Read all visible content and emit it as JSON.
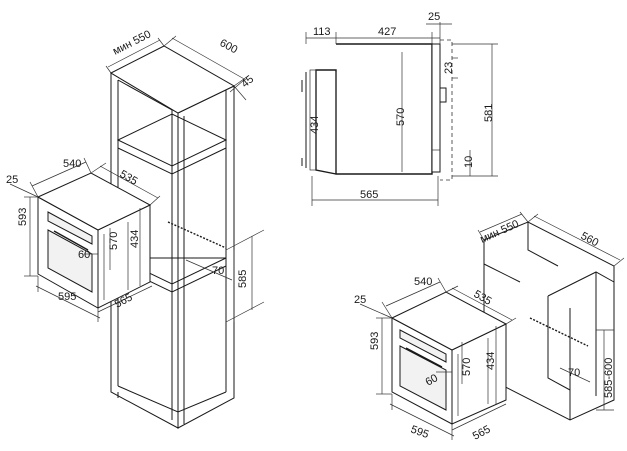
{
  "tall_cabinet": {
    "labels": {
      "min_depth": "мин 550",
      "width": "600",
      "thickness": "45",
      "oven_width": "540",
      "oven_depth": "535",
      "front_offset": "25",
      "front_height": "593",
      "oven_height": "434",
      "inner_height": "570",
      "bottom_gap": "60",
      "front_width": "595",
      "total_depth": "565",
      "vent_gap": "70",
      "niche_height": "585"
    }
  },
  "side_view": {
    "labels": {
      "top_back": "113",
      "top_body": "427",
      "top_front": "25",
      "body_height": "434",
      "inner_height": "570",
      "front_height": "581",
      "handle_offset": "23",
      "bottom_offset": "10",
      "total_depth": "565"
    }
  },
  "base_cabinet": {
    "labels": {
      "min_depth": "мин 550",
      "width": "560",
      "oven_width": "540",
      "oven_depth": "535",
      "front_offset": "25",
      "front_height": "593",
      "oven_height": "434",
      "inner_height": "570",
      "bottom_gap": "60",
      "front_width": "595",
      "total_depth": "565",
      "vent_gap": "70",
      "niche_height": "585-600"
    }
  }
}
